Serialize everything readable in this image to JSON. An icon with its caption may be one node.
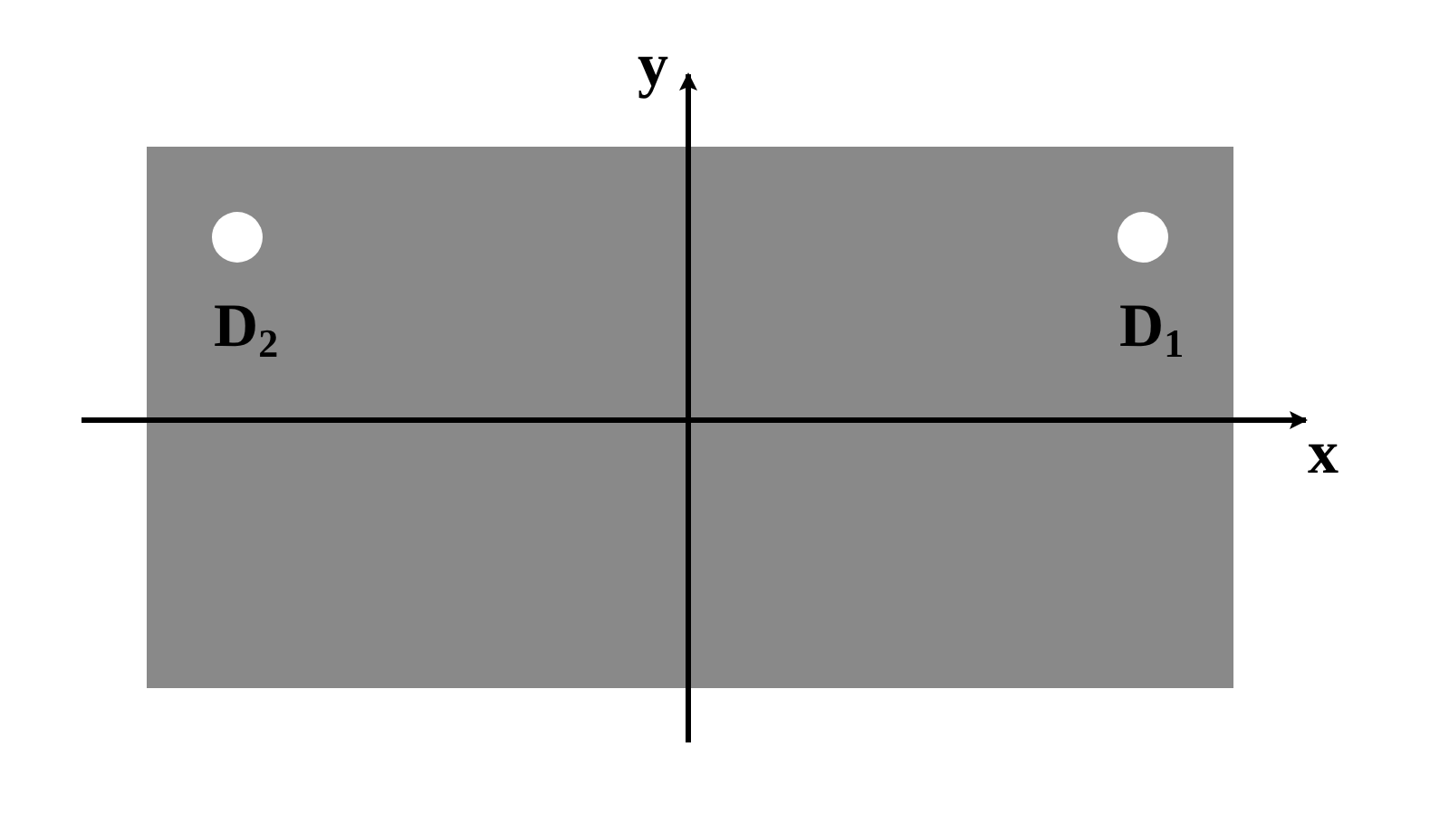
{
  "diagram": {
    "nodes": [
      {
        "text": [],
        "shape": "circle",
        "beside": [
          "D$_{2}$"
        ]
      },
      {
        "text": [],
        "shape": "circle",
        "beside": [
          "D$_{1}$"
        ]
      }
    ],
    "labels": [
      "y",
      "x"
    ]
  }
}
